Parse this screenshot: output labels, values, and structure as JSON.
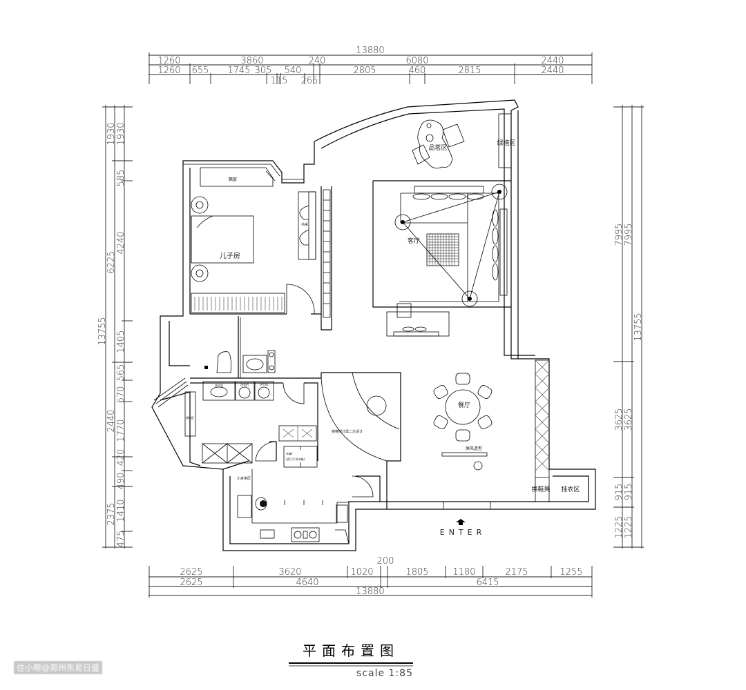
{
  "dimensions": {
    "top": {
      "total": "13880",
      "row2": [
        "1260",
        "3860",
        "240",
        "6080",
        "2440"
      ],
      "row3": [
        "1260",
        "655",
        "1745",
        "305",
        "115",
        "540",
        "265",
        "2805",
        "460",
        "2815",
        "2440"
      ]
    },
    "bottom": {
      "row1": [
        "2625",
        "3620",
        "1020",
        "200",
        "1805",
        "1180",
        "2175",
        "1255"
      ],
      "row2": [
        "2625",
        "4640",
        "6415"
      ],
      "total": "13880"
    },
    "left": {
      "total": "13755",
      "middle": [
        "1930",
        "6225",
        "2440",
        "2375"
      ],
      "inner": [
        "1930",
        "585",
        "4240",
        "1405",
        "565",
        "670",
        "1770",
        "420",
        "490",
        "1410",
        "475"
      ]
    },
    "right": {
      "total": "13755",
      "col1": [
        "7995",
        "3625",
        "915",
        "1225"
      ],
      "col2": [
        "7995",
        "3625",
        "915",
        "1225"
      ]
    }
  },
  "rooms": {
    "bay_window": "飘窗",
    "desk": "书桌",
    "son_room": "儿子房",
    "tea_area": "品茗区",
    "plant_area": "绿植区",
    "living_room": "客厅",
    "dining_room": "餐厅",
    "stairs_note": "楼梯部分需二次设计",
    "screen": "屏风造型",
    "shoe_bench": "换鞋凳",
    "coat_area": "挂衣区",
    "small_appliance": "小家电区",
    "storage": "储物区",
    "basin": "洗手盆",
    "washer": "洗衣机",
    "dryer": "烘干机",
    "fridge": "冰箱/",
    "fridge_note": "(双门子母冰箱)"
  },
  "entrance_label": "ENTER",
  "title": "平面布置图",
  "scale": "scale 1:85",
  "watermark": "住小帮@郑州东易日盛"
}
